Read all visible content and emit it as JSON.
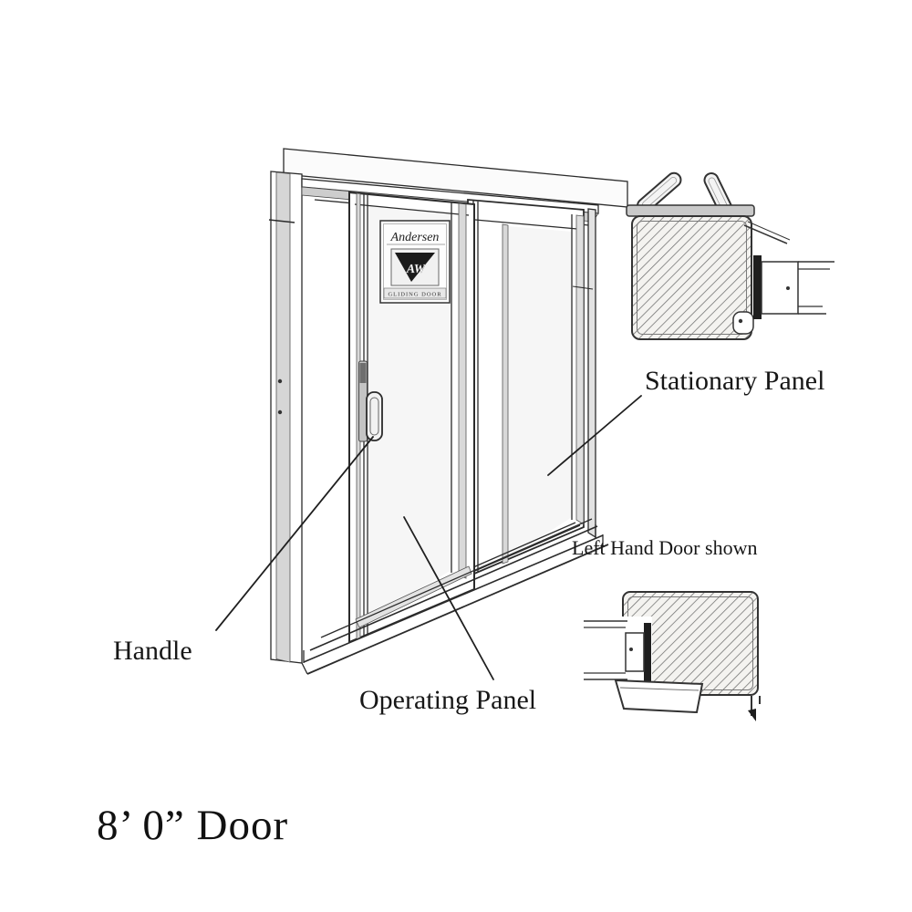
{
  "diagram": {
    "kind": "sliding-patio-door-technical-illustration",
    "caption": "8’ 0” Door",
    "callouts": {
      "handle": "Handle",
      "operating_panel": "Operating Panel",
      "stationary_panel": "Stationary Panel",
      "orientation_note": "Left Hand Door shown"
    },
    "product_label": {
      "brand": "Andersen",
      "logo_monogram": "AW",
      "caption": "GLIDING DOOR"
    },
    "colors": {
      "line": "#2b2b2b",
      "shade": "#cfcfcf",
      "glass": "#f6f6f6",
      "paper": "#ffffff",
      "grain": "#6f6f6f"
    }
  }
}
